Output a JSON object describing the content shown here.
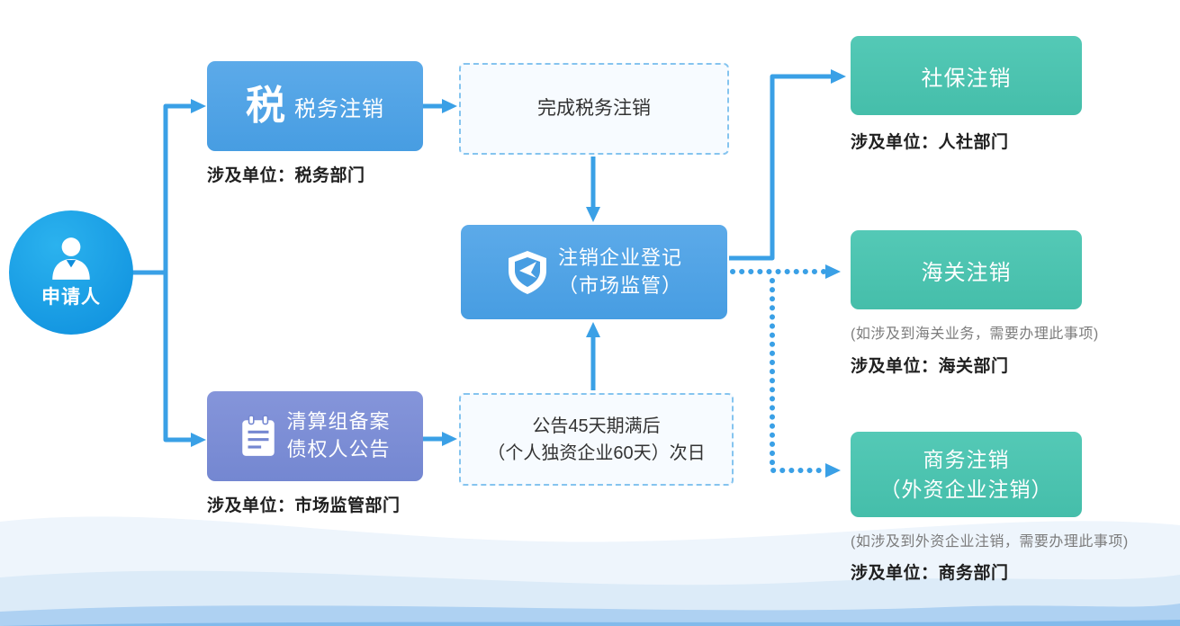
{
  "applicant": {
    "label": "申请人"
  },
  "flow": {
    "tax": {
      "icon_glyph": "税",
      "title": "税务注销",
      "caption": "涉及单位：税务部门"
    },
    "tax_done": {
      "title": "完成税务注销"
    },
    "registration": {
      "line1": "注销企业登记",
      "line2": "（市场监管）"
    },
    "liquidation": {
      "line1": "清算组备案",
      "line2": "债权人公告",
      "caption": "涉及单位：市场监管部门"
    },
    "announcement": {
      "line1": "公告45天期满后",
      "line2": "（个人独资企业60天）次日"
    },
    "social": {
      "title": "社保注销",
      "caption": "涉及单位：人社部门"
    },
    "customs": {
      "title": "海关注销",
      "note": "(如涉及到海关业务，需要办理此事项)",
      "caption": "涉及单位：海关部门"
    },
    "commerce": {
      "line1": "商务注销",
      "line2": "（外资企业注销）",
      "note": "(如涉及到外资企业注销，需要办理此事项)",
      "caption": "涉及单位：商务部门"
    }
  },
  "icons": {
    "applicant": "person-icon",
    "tax": "tax-icon",
    "registration": "shield-icon",
    "liquidation": "clipboard-icon"
  },
  "colors": {
    "arrow": "#3aa0e6",
    "box_blue": "#4fa3e5",
    "box_purple": "#7c8dd5",
    "box_teal": "#4cc4b1",
    "dashed_border": "#85c4ef",
    "applicant_circle": "#0d8edd"
  }
}
